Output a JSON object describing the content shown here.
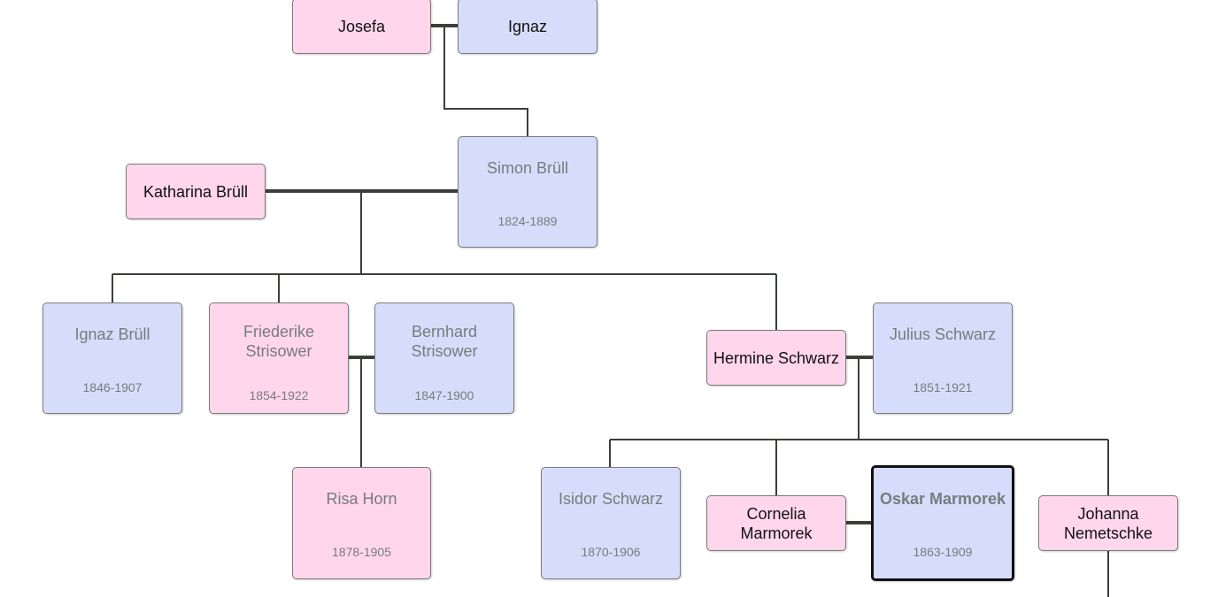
{
  "persons": [
    {
      "id": "josefa",
      "name": "Josefa",
      "sex": "female",
      "dates": ""
    },
    {
      "id": "ignaz",
      "name": "Ignaz",
      "sex": "male",
      "dates": ""
    },
    {
      "id": "katharina",
      "name": "Katharina Brüll",
      "sex": "female",
      "dates": ""
    },
    {
      "id": "simon",
      "name": "Simon Brüll",
      "sex": "male",
      "dates": "1824-1889"
    },
    {
      "id": "ignaz-brull",
      "name": "Ignaz Brüll",
      "sex": "male",
      "dates": "1846-1907"
    },
    {
      "id": "friederike",
      "name": "Friederike\nStrisower",
      "sex": "female",
      "dates": "1854-1922"
    },
    {
      "id": "bernhard",
      "name": "Bernhard\nStrisower",
      "sex": "male",
      "dates": "1847-1900"
    },
    {
      "id": "hermine",
      "name": "Hermine Schwarz",
      "sex": "female",
      "dates": ""
    },
    {
      "id": "julius",
      "name": "Julius Schwarz",
      "sex": "male",
      "dates": "1851-1921"
    },
    {
      "id": "risa",
      "name": "Risa Horn",
      "sex": "female",
      "dates": "1878-1905"
    },
    {
      "id": "isidor",
      "name": "Isidor Schwarz",
      "sex": "male",
      "dates": "1870-1906"
    },
    {
      "id": "cornelia",
      "name": "Cornelia\nMarmorek",
      "sex": "female",
      "dates": ""
    },
    {
      "id": "oskar",
      "name": "Oskar Marmorek",
      "sex": "male",
      "dates": "1863-1909",
      "focus": true
    },
    {
      "id": "johanna",
      "name": "Johanna\nNemetschke",
      "sex": "female",
      "dates": ""
    }
  ],
  "unions": [
    {
      "partners": [
        "josefa",
        "ignaz"
      ],
      "children": [
        "simon"
      ]
    },
    {
      "partners": [
        "katharina",
        "simon"
      ],
      "children": [
        "ignaz-brull",
        "friederike",
        "hermine"
      ]
    },
    {
      "partners": [
        "friederike",
        "bernhard"
      ],
      "children": [
        "risa"
      ]
    },
    {
      "partners": [
        "hermine",
        "julius"
      ],
      "children": [
        "isidor",
        "cornelia",
        "johanna"
      ]
    },
    {
      "partners": [
        "cornelia",
        "oskar"
      ],
      "children": []
    }
  ],
  "colors": {
    "female": "#ffd6ec",
    "male": "#d6ddfb",
    "line": "#3a4039",
    "focus_border": "#111111"
  }
}
